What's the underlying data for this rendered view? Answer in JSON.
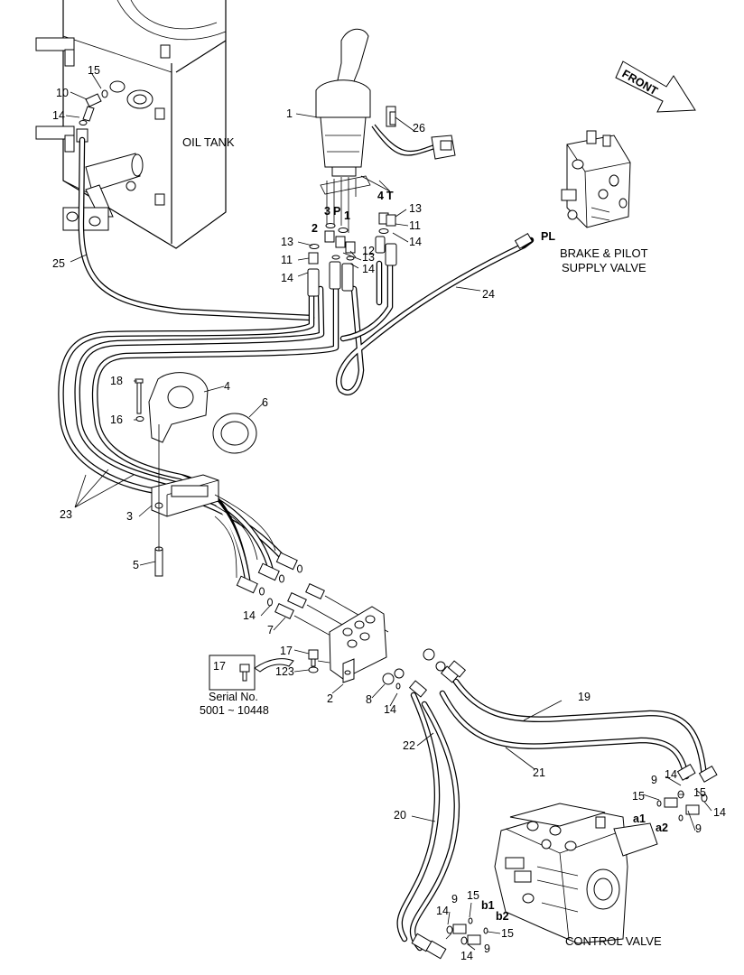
{
  "components": {
    "oil_tank": "OIL TANK",
    "front": "FRONT",
    "brake_pilot_line1": "BRAKE & PILOT",
    "brake_pilot_line2": "SUPPLY VALVE",
    "control_valve": "CONTROL VALVE"
  },
  "ports": {
    "pl": "PL",
    "p": "P",
    "t": "T",
    "n1": "1",
    "n2": "2",
    "n3": "3",
    "n4": "4",
    "a1": "a1",
    "a2": "a2",
    "b1": "b1",
    "b2": "b2"
  },
  "inset": {
    "part": "17",
    "serial_label": "Serial No.",
    "serial_range": "5001 ~ 10448"
  },
  "callouts": {
    "c1": "1",
    "c2": "2",
    "c3": "3",
    "c4": "4",
    "c5": "5",
    "c6": "6",
    "c7": "7",
    "c8": "8",
    "c9a": "9",
    "c9b": "9",
    "c9c": "9",
    "c9d": "9",
    "c10": "10",
    "c11a": "11",
    "c11b": "11",
    "c12": "12",
    "c13a": "13",
    "c13b": "13",
    "c13c": "13",
    "c14a": "14",
    "c14b": "14",
    "c14c": "14",
    "c14d": "14",
    "c14e": "14",
    "c14f": "14",
    "c14g": "14",
    "c14h": "14",
    "c14i": "14",
    "c14j": "14",
    "c15a": "15",
    "c15b": "15",
    "c15c": "15",
    "c15d": "15",
    "c15e": "15",
    "c16": "16",
    "c17": "17",
    "c18": "18",
    "c19": "19",
    "c20": "20",
    "c21": "21",
    "c22": "22",
    "c23": "23",
    "c24": "24",
    "c25": "25",
    "c26": "26",
    "c123": "123"
  }
}
